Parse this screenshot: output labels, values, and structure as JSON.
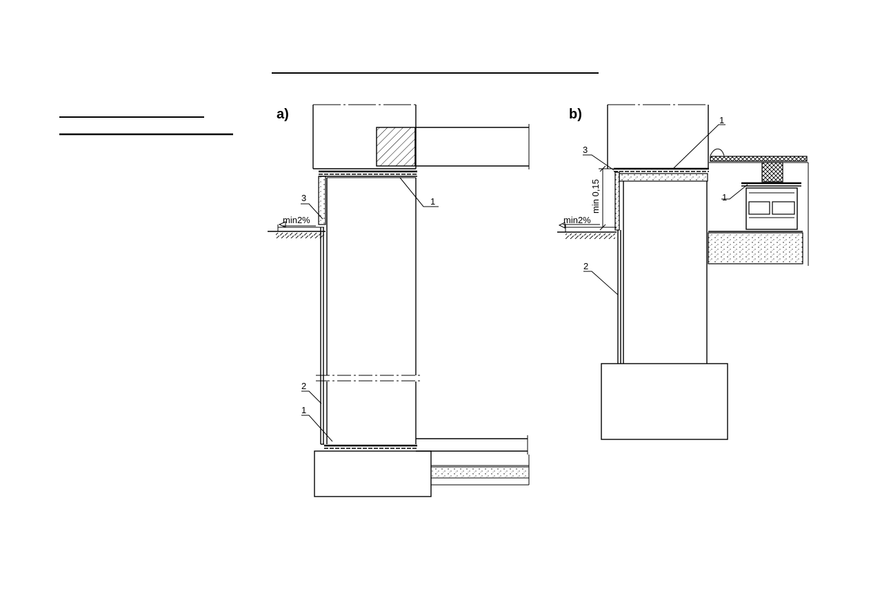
{
  "panels": {
    "a": {
      "title": "a)",
      "labels": {
        "membrane_top": "1",
        "insulation": "3",
        "slope": "min2%",
        "wall_coating": "2",
        "membrane_bottom": "1"
      }
    },
    "b": {
      "title": "b)",
      "labels": {
        "membrane_top": "1",
        "insulation": "3",
        "height": "min 0,15",
        "slope": "min2%",
        "wall_coating": "2",
        "membrane_side": "1"
      }
    }
  },
  "colors": {
    "ink": "#000000",
    "paper": "#ffffff"
  }
}
